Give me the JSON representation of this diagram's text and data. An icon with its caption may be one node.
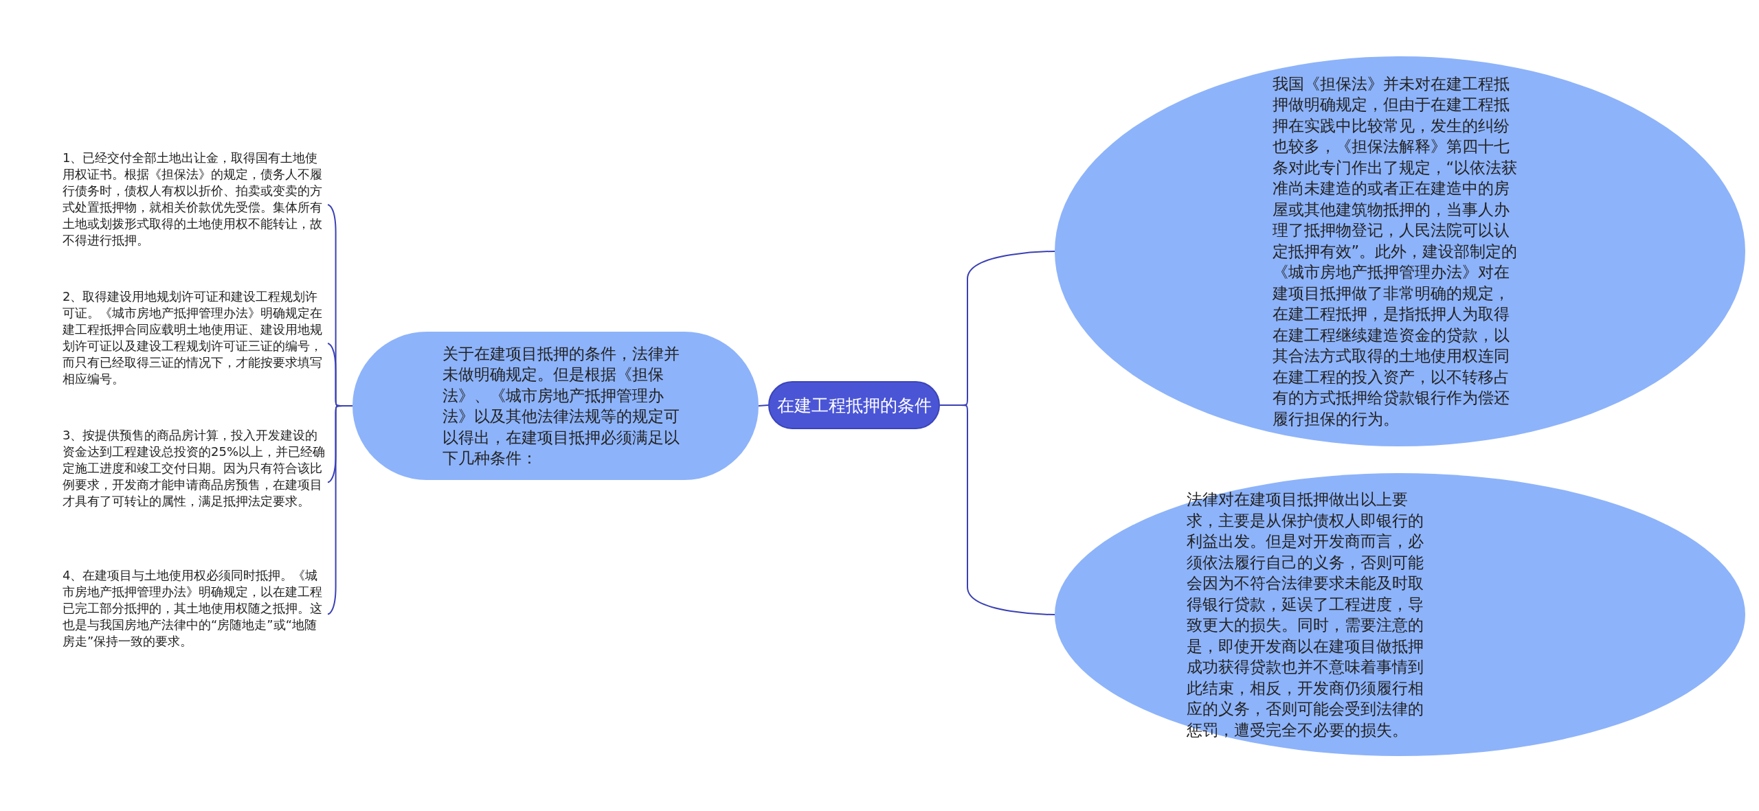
{
  "diagram": {
    "nodes": [
      {
        "text": [
          "在建工程抵押的条件"
        ]
      },
      {
        "text": [
          "关于在建项目抵押的条件，法律并未做明确规定。但是根据《担保法》、《城市房地产抵押管理办法》以及其他法律法规等的规定可以得出，在建项目抵押必须满足以下几种条件："
        ]
      },
      {
        "text": [
          "1、已经交付全部土地出让金，取得国有土地使用权证书。根据《担保法》的规定，债务人不履行债务时，债权人有权以折价、拍卖或变卖的方式处置抵押物，就相关价款优先受偿。集体所有土地或划拨形式取得的土地使用权不能转让，故不得进行抵押。"
        ]
      },
      {
        "text": [
          "2、取得建设用地规划许可证和建设工程规划许可证。《城市房地产抵押管理办法》明确规定在建工程抵押合同应载明土地使用证、建设用地规划许可证以及建设工程规划许可证三证的编号，而只有已经取得三证的情况下，才能按要求填写相应编号。"
        ]
      },
      {
        "text": [
          "3、按提供预售的商品房计算，投入开发建设的资金达到工程建设总投资的25%以上，并已经确定施工进度和竣工交付日期。因为只有符合该比例要求，开发商才能申请商品房预售，在建项目才具有了可转让的属性，满足抵押法定要求。"
        ]
      },
      {
        "text": [
          "4、在建项目与土地使用权必须同时抵押。《城市房地产抵押管理办法》明确规定，以在建工程已完工部分抵押的，其土地使用权随之抵押。这也是与我国房地产法律中的“房随地走”或“地随房走”保持一致的要求。"
        ]
      },
      {
        "text": [
          "我国《担保法》并未对在建工程抵押做明确规定，但由于在建工程抵押在实践中比较常见，发生的纠纷也较多，《担保法解释》第四十七条对此专门作出了规定，“以依法获准尚未建造的或者正在建造中的房屋或其他建筑物抵押的，当事人办理了抵押物登记，人民法院可以认定抵押有效”。此外，建设部制定的《城市房地产抵押管理办法》对在建项目抵押做了非常明确的规定，在建工程抵押，是指抵押人为取得在建工程继续建造资金的贷款，以其合法方式取得的土地使用权连同在建工程的投入资产，以不转移占有的方式抵押给贷款银行作为偿还履行担保的行为。"
        ]
      },
      {
        "text": [
          "法律对在建项目抵押做出以上要求，主要是从保护债权人即银行的利益出发。但是对开发商而言，必须依法履行自己的义务，否则可能会因为不符合法律要求未能及时取得银行贷款，延误了工程进度，导致更大的损失。同时，需要注意的是，即使开发商以在建项目做抵押成功获得贷款也并不意味着事情到此结束，相反，开发商仍须履行相应的义务，否则可能会受到法律的惩罚，遭受完全不必要的损失。"
        ]
      }
    ],
    "edges": [
      {
        "from": 0,
        "to": 1,
        "arrow": "none"
      },
      {
        "from": 1,
        "to": 2,
        "arrow": "none"
      },
      {
        "from": 1,
        "to": 3,
        "arrow": "none"
      },
      {
        "from": 1,
        "to": 4,
        "arrow": "none"
      },
      {
        "from": 1,
        "to": 5,
        "arrow": "none"
      },
      {
        "from": 0,
        "to": 6,
        "arrow": "none"
      },
      {
        "from": 0,
        "to": 7,
        "arrow": "none"
      }
    ]
  }
}
